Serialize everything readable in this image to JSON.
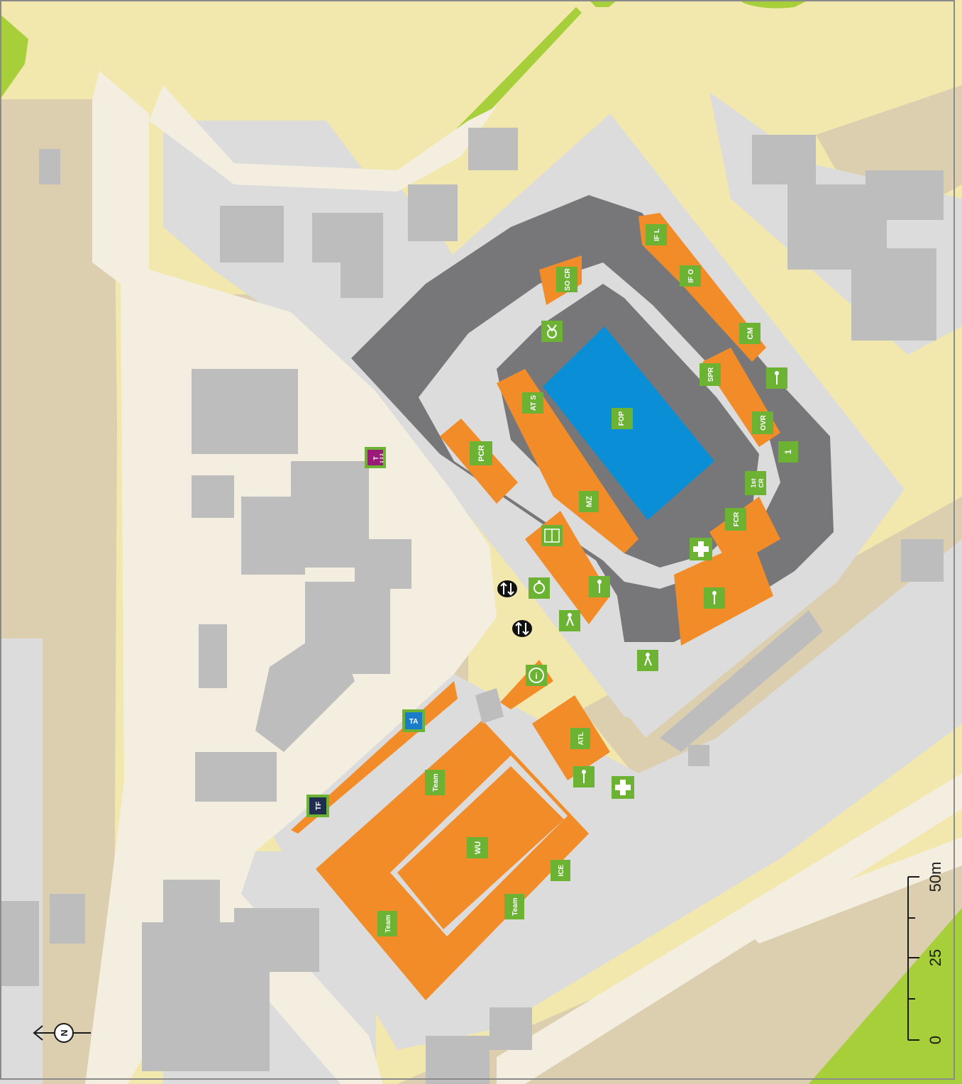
{
  "map": {
    "colors": {
      "background": "#f2e8ae",
      "road": "#f3eee0",
      "pavement": "#dcdcdc",
      "building": "#bdbdbd",
      "stand": "#77777a",
      "venue_zone": "#f28c28",
      "field_of_play": "#0a8fd6",
      "grass": "#a7cf3a",
      "sand_ground": "#dccfb0",
      "label_bg": "#6cb233"
    },
    "labels": {
      "fop": "FOP",
      "pcr": "PCR",
      "mz": "MZ",
      "ats": "AT S",
      "so_cr": "SO CR",
      "ifl": "IF L",
      "ifo": "IF O",
      "cm": "CM",
      "spr": "SPR",
      "ovr": "OVR",
      "one": "1",
      "first_cr_a": "1st",
      "first_cr_b": "CR",
      "fcr": "FCR",
      "atl": "ATL",
      "team_top": "Team",
      "team_mid": "Team",
      "team_left": "Team",
      "wu": "WU",
      "ice": "ICE",
      "ta": "TA",
      "tf": "TF",
      "transport_t": "T",
      "transport_nums": "1 3 2",
      "info": "i"
    },
    "icons": [
      "medal-icon",
      "accreditation-icon",
      "accessible-icon",
      "walking-icon",
      "first-aid-icon",
      "info-icon",
      "shuttle-arrows-icon",
      "north-arrow-icon",
      "people-icon"
    ],
    "compass": {
      "label": "N"
    },
    "scale": {
      "ticks": [
        "0",
        "25",
        "50m"
      ]
    }
  }
}
